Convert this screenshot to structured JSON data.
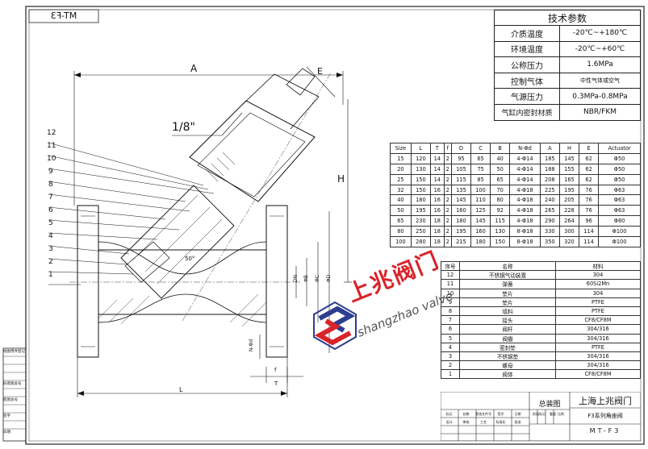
{
  "drawing_code_mirrored": "MT-F3",
  "tech": {
    "header": "技术参数",
    "rows": [
      {
        "k": "介质温度",
        "v": "-20℃~+180℃"
      },
      {
        "k": "环境温度",
        "v": "-20℃~+60℃"
      },
      {
        "k": "公称压力",
        "v": "1.6MPa"
      },
      {
        "k": "控制气体",
        "v": "中性气体或空气"
      },
      {
        "k": "气源压力",
        "v": "0.3MPa-0.8MPa"
      },
      {
        "k": "气缸内密封材质",
        "v": "NBR/FKM"
      }
    ]
  },
  "dims": {
    "headers": [
      "Size",
      "L",
      "T",
      "f",
      "D",
      "C",
      "B",
      "N-Φd",
      "A",
      "H",
      "E",
      "Actuator"
    ],
    "rows": [
      [
        "15",
        "120",
        "14",
        "2",
        "95",
        "65",
        "40",
        "4-Φ14",
        "185",
        "145",
        "62",
        "Φ50"
      ],
      [
        "20",
        "130",
        "14",
        "2",
        "105",
        "75",
        "50",
        "4-Φ14",
        "188",
        "155",
        "62",
        "Φ50"
      ],
      [
        "25",
        "150",
        "14",
        "2",
        "115",
        "85",
        "65",
        "4-Φ14",
        "208",
        "165",
        "62",
        "Φ50"
      ],
      [
        "32",
        "150",
        "16",
        "2",
        "135",
        "100",
        "70",
        "4-Φ18",
        "225",
        "195",
        "76",
        "Φ63"
      ],
      [
        "40",
        "180",
        "16",
        "2",
        "145",
        "110",
        "80",
        "4-Φ18",
        "240",
        "205",
        "76",
        "Φ63"
      ],
      [
        "50",
        "195",
        "16",
        "2",
        "160",
        "125",
        "92",
        "4-Φ18",
        "265",
        "228",
        "76",
        "Φ63"
      ],
      [
        "65",
        "230",
        "18",
        "2",
        "180",
        "145",
        "115",
        "4-Φ18",
        "290",
        "264",
        "96",
        "Φ80"
      ],
      [
        "80",
        "250",
        "18",
        "2",
        "195",
        "160",
        "130",
        "8-Φ18",
        "330",
        "300",
        "114",
        "Φ100"
      ],
      [
        "100",
        "280",
        "18",
        "2",
        "215",
        "180",
        "150",
        "8-Φ18",
        "350",
        "320",
        "114",
        "Φ100"
      ]
    ]
  },
  "parts": {
    "headers": [
      "序号",
      "名称",
      "材料"
    ],
    "rows": [
      [
        "12",
        "不锈钢气动装置",
        "304"
      ],
      [
        "11",
        "弹簧",
        "60Si2Mn"
      ],
      [
        "10",
        "垫片",
        "304"
      ],
      [
        "9",
        "垫片",
        "PTFE"
      ],
      [
        "8",
        "填料",
        "PTFE"
      ],
      [
        "7",
        "接头",
        "CF8/CF8M"
      ],
      [
        "6",
        "阀杆",
        "304/316"
      ],
      [
        "5",
        "阀瓣",
        "304/316"
      ],
      [
        "4",
        "密封垫",
        "PTFE"
      ],
      [
        "3",
        "不锈钢垫",
        "304/316"
      ],
      [
        "2",
        "螺母",
        "304/316"
      ],
      [
        "1",
        "阀体",
        "CF8/CF8M"
      ]
    ]
  },
  "title_block": {
    "drawing_name": "总装图",
    "company": "上海上兆阀门",
    "series": "F3系列角座阀",
    "code": "MT-F3"
  },
  "logo": {
    "cn": "上兆阀门",
    "en": "shangzhao valve",
    "red": "#d9232a",
    "blue": "#2c3e8f",
    "grey": "#707070"
  },
  "drawing": {
    "labels": {
      "A": "A",
      "E": "E",
      "H": "H",
      "L": "L",
      "T": "T",
      "f": "f",
      "angle": "50°",
      "pipe": "1/8\"",
      "DN": "DN",
      "phiB": "ΦB",
      "phiC": "ΦC",
      "phiD": "ΦD",
      "Nphid": "N-Φd"
    },
    "callouts": [
      "12",
      "11",
      "10",
      "9",
      "8",
      "7",
      "6",
      "5",
      "4",
      "3",
      "2",
      "1"
    ]
  },
  "left_strip": [
    "地图用件登记",
    "",
    "",
    "",
    "旧底图总号",
    "",
    "底图总号",
    "",
    "签字",
    "",
    "日期"
  ],
  "title_small": [
    "标记",
    "处数",
    "更改文件号",
    "签字",
    "日期",
    "阶段标记",
    "重量",
    "比例",
    "设计",
    "审核",
    "工艺",
    "标准化",
    "批准"
  ]
}
